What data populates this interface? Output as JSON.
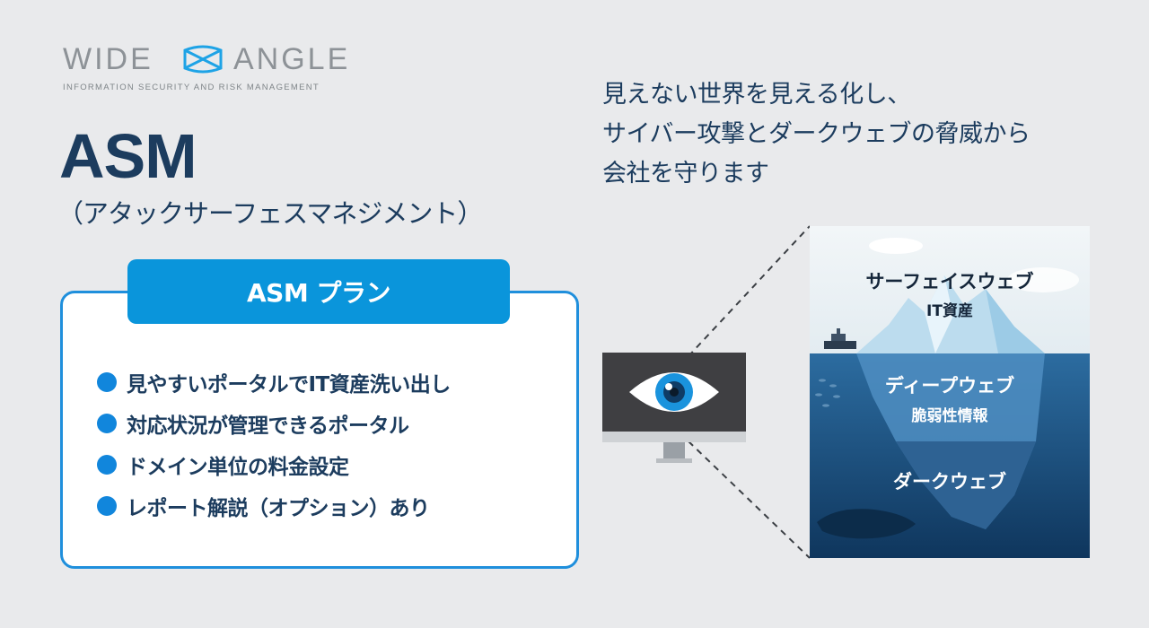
{
  "logo": {
    "left_word": "WIDE",
    "right_word": "ANGLE",
    "tagline": "INFORMATION SECURITY AND RISK MANAGEMENT"
  },
  "heading": {
    "title": "ASM",
    "subtitle": "（アタックサーフェスマネジメント）"
  },
  "plan": {
    "label": "ASM プラン",
    "features": [
      "見やすいポータルでIT資産洗い出し",
      "対応状況が管理できるポータル",
      "ドメイン単位の料金設定",
      "レポート解説（オプション）あり"
    ]
  },
  "tagline": [
    "見えない世界を見える化し、",
    "サイバー攻撃とダークウェブの脅威から",
    "会社を守ります"
  ],
  "iceberg": {
    "surface_title": "サーフェイスウェブ",
    "surface_sub": "IT資産",
    "deep_title": "ディープウェブ",
    "deep_sub": "脆弱性情報",
    "dark_title": "ダークウェブ"
  },
  "icons": [
    "wide-angle-logo-mark",
    "eye-monitor-icon",
    "iceberg-illustration",
    "ship-icon",
    "whale-icon",
    "fish-icon"
  ],
  "colors": {
    "background": "#e9eaec",
    "navy": "#1c3c5e",
    "accent_blue": "#0a95db",
    "sea_top": "#2a6a9d",
    "sea_bottom": "#123a61"
  }
}
